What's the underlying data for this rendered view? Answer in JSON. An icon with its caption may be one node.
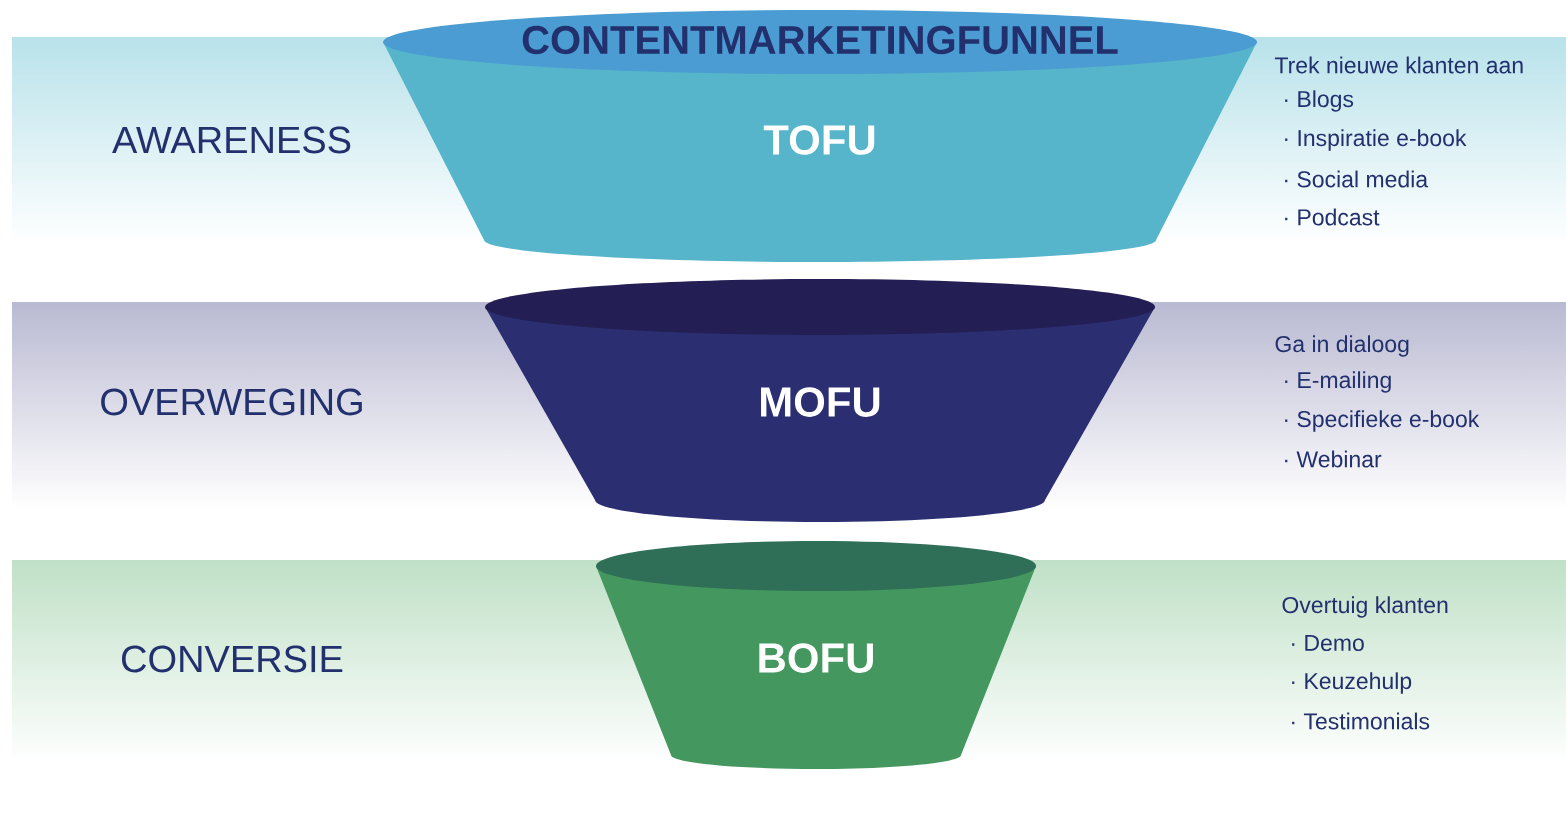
{
  "diagram": {
    "title": "CONTENTMARKETINGFUNNEL",
    "nodes": [
      {
        "text": [
          "TOFU"
        ]
      },
      {
        "text": [
          "MOFU"
        ]
      },
      {
        "text": [
          "BOFU"
        ]
      }
    ],
    "labels": [
      "AWARENESS",
      "Trek nieuwe klanten aan",
      "· Blogs",
      "· Inspiratie e-book",
      "· Social media",
      "· Podcast",
      "OVERWEGING",
      "Ga in dialoog",
      "· E-mailing",
      "· Specifieke e-book",
      "· Webinar",
      "CONVERSIE",
      "Overtuig klanten",
      "· Demo",
      "· Keuzehulp",
      "· Testimonials"
    ]
  }
}
